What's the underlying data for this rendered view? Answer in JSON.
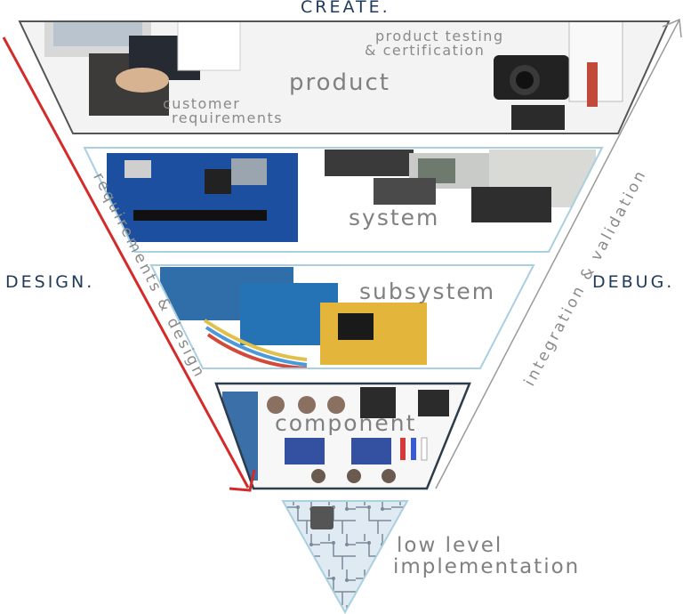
{
  "labels": {
    "create": "CREATE.",
    "design": "DESIGN.",
    "debug": "DEBUG."
  },
  "arrows": {
    "left": "requirements & design",
    "right": "integration & validation"
  },
  "tiers": [
    {
      "id": "product",
      "label": "product",
      "notes": [
        "customer",
        "requirements"
      ],
      "notes_right": [
        "product testing",
        "& certification"
      ]
    },
    {
      "id": "system",
      "label": "system"
    },
    {
      "id": "subsystem",
      "label": "subsystem"
    },
    {
      "id": "component",
      "label": "component"
    },
    {
      "id": "low-level",
      "label_lines": [
        "low level",
        "implementation"
      ]
    }
  ],
  "colors": {
    "navy": "#1f3a5a",
    "red_arrow": "#d42a2a",
    "gray_arrow": "#9a9a9a",
    "tier_border_product": "#555555",
    "tier_border_light": "#a9cfe0",
    "tier_border_component": "#2d3c4a"
  }
}
